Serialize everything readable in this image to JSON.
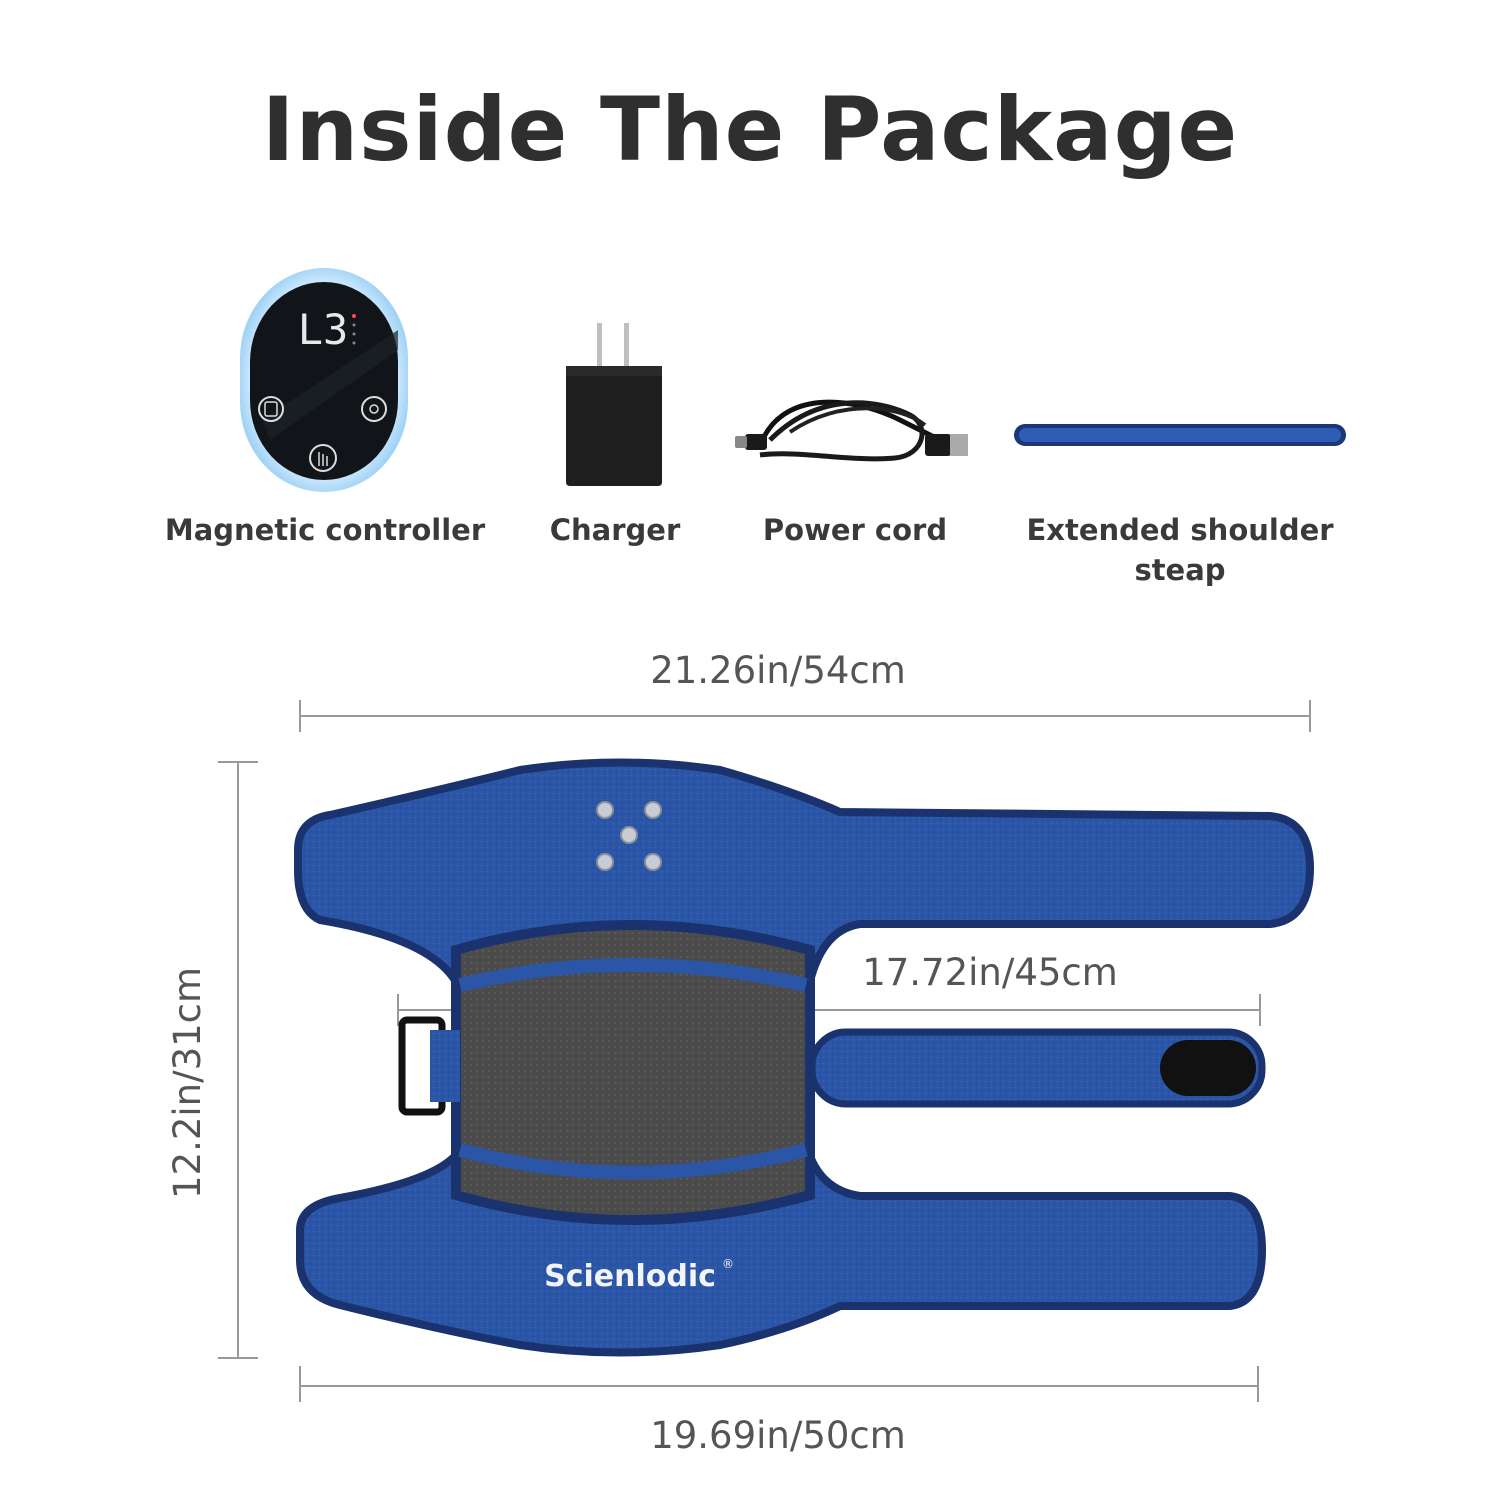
{
  "title": "Inside The Package",
  "items": [
    {
      "label": "Magnetic controller",
      "icon": "controller-icon"
    },
    {
      "label": "Charger",
      "icon": "charger-icon"
    },
    {
      "label": "Power cord",
      "icon": "cable-icon"
    },
    {
      "label": "Extended shoulder steap",
      "icon": "strap-icon"
    }
  ],
  "controller": {
    "display": "L3"
  },
  "dimensions": {
    "top_width": "21.26in/54cm",
    "inner_strap": "17.72in/45cm",
    "height": "12.2in/31cm",
    "bottom_width": "19.69in/50cm"
  },
  "brand": "Scienlodic",
  "colors": {
    "strap_blue": "#2b55a6",
    "strap_dark": "#1b3777",
    "pad_gray": "#555555",
    "text": "#2f2f2f"
  }
}
